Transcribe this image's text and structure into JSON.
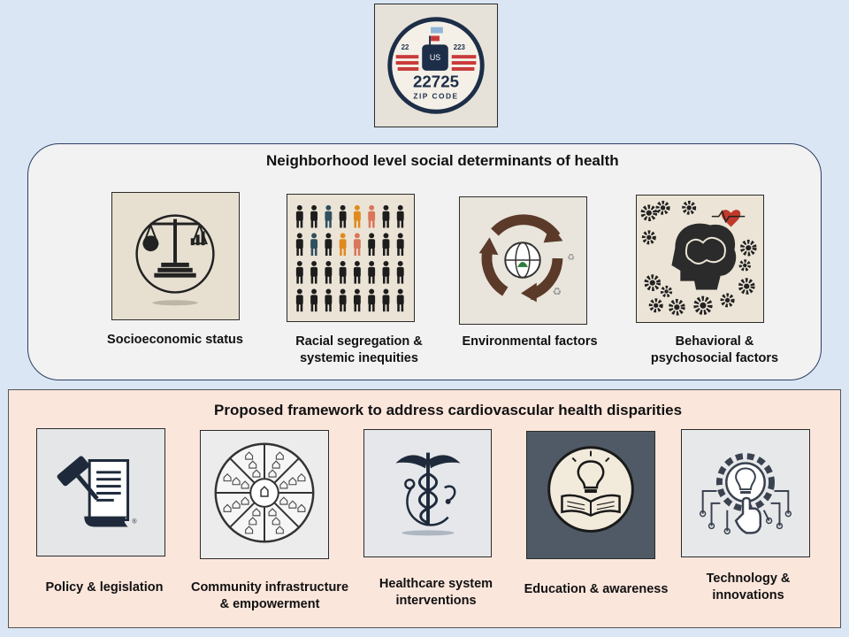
{
  "zip_icon": {
    "small_left": "22",
    "small_right": "223",
    "flag_text": "US",
    "number": "22725",
    "caption": "ZIP CODE"
  },
  "panel1": {
    "title": "Neighborhood level social determinants of health",
    "items": [
      {
        "label": "Socioeconomic status",
        "icon": "scales-icon"
      },
      {
        "label": "Racial segregation &\nsystemic inequities",
        "icon": "people-grid-icon"
      },
      {
        "label": "Environmental factors",
        "icon": "recycle-globe-icon"
      },
      {
        "label": "Behavioral &\npsychosocial factors",
        "icon": "brain-gears-icon"
      }
    ]
  },
  "panel2": {
    "title": "Proposed framework to address cardiovascular health disparities",
    "items": [
      {
        "label": "Policy & legislation",
        "icon": "gavel-scroll-icon"
      },
      {
        "label": "Community infrastructure\n& empowerment",
        "icon": "community-wheel-icon"
      },
      {
        "label": "Healthcare system\ninterventions",
        "icon": "caduceus-icon"
      },
      {
        "label": "Education & awareness",
        "icon": "book-lightbulb-icon"
      },
      {
        "label": "Technology &\ninnovations",
        "icon": "tech-lightbulb-icon"
      }
    ]
  },
  "colors": {
    "background": "#dae6f4",
    "panel1_fill": "#f2f2f2",
    "panel1_border": "#2c3e63",
    "panel2_fill": "#fbe6dc"
  }
}
